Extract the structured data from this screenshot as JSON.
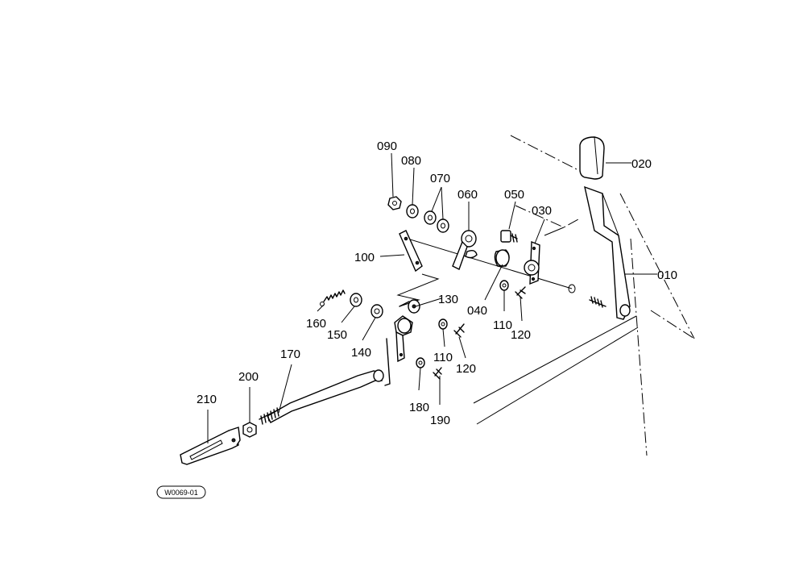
{
  "diagram": {
    "part_labels": {
      "p010": "010",
      "p020": "020",
      "p030": "030",
      "p040": "040",
      "p050": "050",
      "p060": "060",
      "p070": "070",
      "p080": "080",
      "p090": "090",
      "p100": "100",
      "p110a": "110",
      "p110b": "110",
      "p120a": "120",
      "p120b": "120",
      "p130": "130",
      "p140": "140",
      "p150": "150",
      "p160": "160",
      "p170": "170",
      "p180": "180",
      "p190": "190",
      "p200": "200",
      "p210": "210"
    },
    "drawing_code": "W0069-01"
  }
}
